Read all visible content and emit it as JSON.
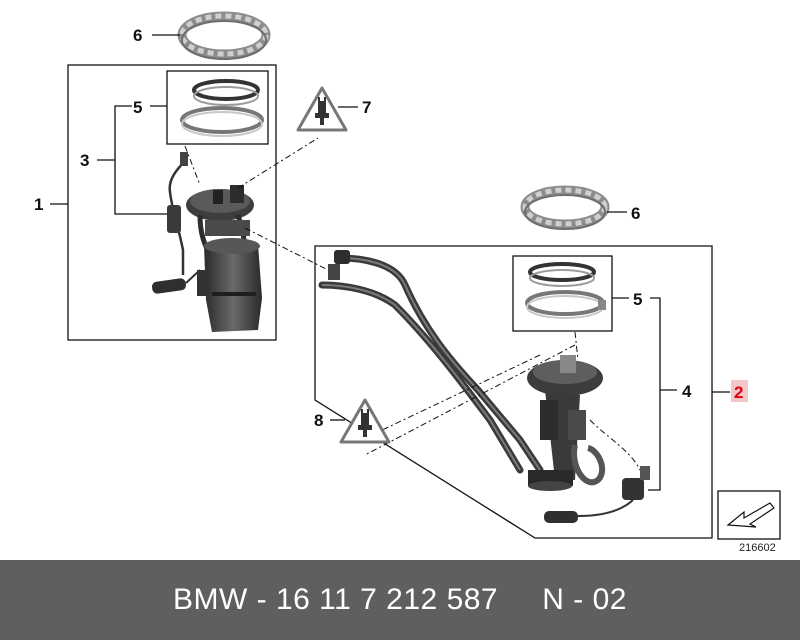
{
  "diagram": {
    "callouts": {
      "c1": "1",
      "c2": "2",
      "c3": "3",
      "c4": "4",
      "c5_left": "5",
      "c5_right": "5",
      "c6_top": "6",
      "c6_right": "6",
      "c7": "7",
      "c8": "8"
    },
    "reference_number": "216602",
    "colors": {
      "highlight": "#e0000d",
      "footer_bg": "#5f5f5f"
    }
  },
  "footer": {
    "part_text": "BMW - 16 11 7 212 587     N - 02"
  }
}
